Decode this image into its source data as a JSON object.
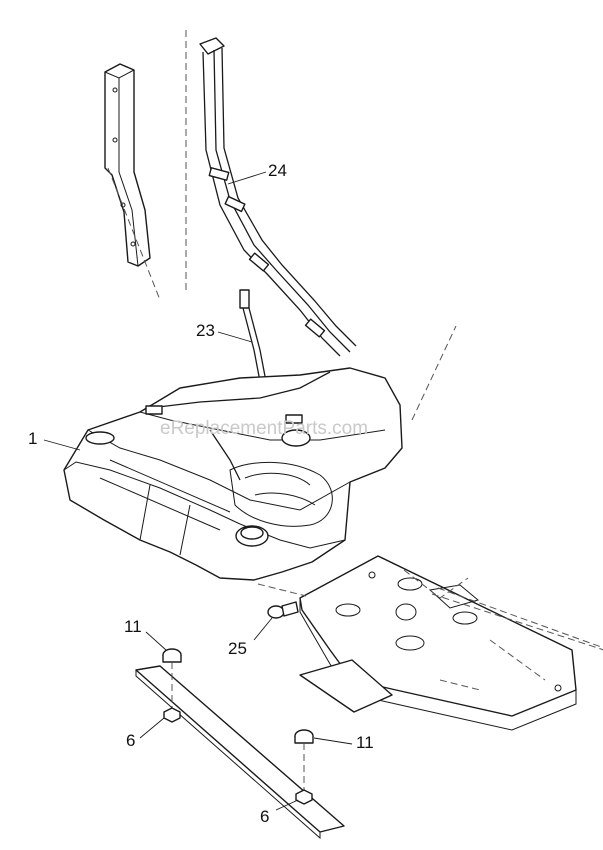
{
  "watermark": "eReplacementParts.com",
  "callouts": {
    "c1": "1",
    "c6a": "6",
    "c6b": "6",
    "c11a": "11",
    "c11b": "11",
    "c23": "23",
    "c24": "24",
    "c25": "25"
  }
}
